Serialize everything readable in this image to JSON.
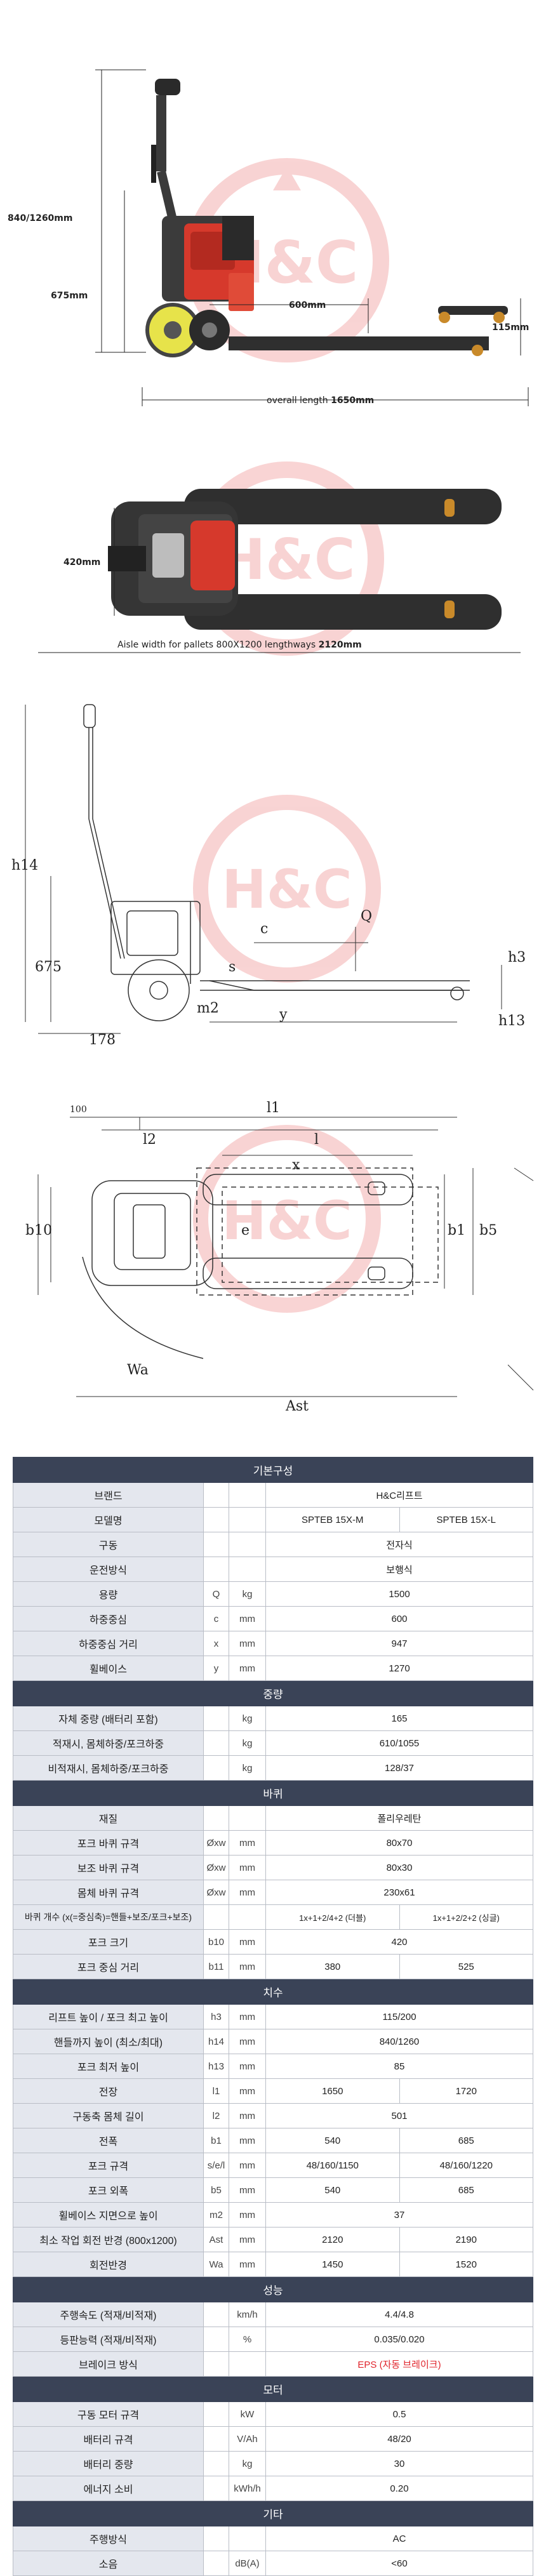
{
  "drawing1": {
    "height_label": "840/1260mm",
    "handle_height_label": "675mm",
    "load_center_label": "600mm",
    "fork_height_label": "115mm",
    "overall_length_prefix": "overall length",
    "overall_length_value": "1650mm"
  },
  "drawing2": {
    "width_label": "420mm",
    "aisle_prefix": "Aisle width for pallets 800X1200 lengthways",
    "aisle_value": "2120mm"
  },
  "watermark": {
    "text": "H&C"
  },
  "side_view": {
    "labels": [
      "h14",
      "675",
      "c",
      "Q",
      "s",
      "h3",
      "m2",
      "y",
      "h13",
      "178"
    ]
  },
  "top_view": {
    "labels": [
      "100",
      "l2",
      "l1",
      "l",
      "x",
      "e",
      "b1",
      "b10",
      "b5",
      "Wa",
      "Ast"
    ]
  },
  "spec": {
    "sections": {
      "basic": "기본구성",
      "weight": "중량",
      "wheels": "바퀴",
      "dims": "치수",
      "performance": "성능",
      "motor": "모터",
      "other": "기타"
    },
    "rows": {
      "brand": {
        "label": "브랜드",
        "value": "H&C리프트"
      },
      "model": {
        "label": "모델명",
        "value_m": "SPTEB 15X-M",
        "value_l": "SPTEB 15X-L"
      },
      "drive": {
        "label": "구동",
        "value": "전자식"
      },
      "operation": {
        "label": "운전방식",
        "value": "보행식"
      },
      "capacity": {
        "label": "용량",
        "sym": "Q",
        "unit": "kg",
        "value": "1500"
      },
      "load_center": {
        "label": "하중중심",
        "sym": "c",
        "unit": "mm",
        "value": "600"
      },
      "load_center_dist": {
        "label": "하중중심 거리",
        "sym": "x",
        "unit": "mm",
        "value": "947"
      },
      "wheelbase": {
        "label": "휠베이스",
        "sym": "y",
        "unit": "mm",
        "value": "1270"
      },
      "self_weight": {
        "label": "자체 중량 (배터리 포함)",
        "unit": "kg",
        "value": "165"
      },
      "axle_loaded": {
        "label": "적재시, 몸체하중/포크하중",
        "unit": "kg",
        "value": "610/1055"
      },
      "axle_unloaded": {
        "label": "비적재시, 몸체하중/포크하중",
        "unit": "kg",
        "value": "128/37"
      },
      "wheel_material": {
        "label": "재질",
        "value": "폴리우레탄"
      },
      "fork_wheel": {
        "label": "포크 바퀴 규격",
        "sym": "Øxw",
        "unit": "mm",
        "value": "80x70"
      },
      "aux_wheel": {
        "label": "보조 바퀴 규격",
        "sym": "Øxw",
        "unit": "mm",
        "value": "80x30"
      },
      "body_wheel": {
        "label": "몸체 바퀴 규격",
        "sym": "Øxw",
        "unit": "mm",
        "value": "230x61"
      },
      "wheel_count": {
        "label": "바퀴 개수 (x(=중심축)=핸들+보조/포크+보조)",
        "value_m": "1x+1+2/4+2 (더블)",
        "value_l": "1x+1+2/2+2 (싱글)"
      },
      "fork_size": {
        "label": "포크 크기",
        "sym": "b10",
        "unit": "mm",
        "value": "420"
      },
      "fork_center": {
        "label": "포크 중심 거리",
        "sym": "b11",
        "unit": "mm",
        "value_m": "380",
        "value_l": "525"
      },
      "lift_height": {
        "label": "리프트 높이 / 포크 최고 높이",
        "sym": "h3",
        "unit": "mm",
        "value": "115/200"
      },
      "handle_height": {
        "label": "핸들까지 높이 (최소/최대)",
        "sym": "h14",
        "unit": "mm",
        "value": "840/1260"
      },
      "fork_min_height": {
        "label": "포크 최저 높이",
        "sym": "h13",
        "unit": "mm",
        "value": "85"
      },
      "overall_length": {
        "label": "전장",
        "sym": "l1",
        "unit": "mm",
        "value_m": "1650",
        "value_l": "1720"
      },
      "drive_length": {
        "label": "구동축 몸체 길이",
        "sym": "l2",
        "unit": "mm",
        "value": "501"
      },
      "overall_width": {
        "label": "전폭",
        "sym": "b1",
        "unit": "mm",
        "value_m": "540",
        "value_l": "685"
      },
      "fork_spec": {
        "label": "포크 규격",
        "sym": "s/e/l",
        "unit": "mm",
        "value_m": "48/160/1150",
        "value_l": "48/160/1220"
      },
      "fork_outer": {
        "label": "포크 외폭",
        "sym": "b5",
        "unit": "mm",
        "value_m": "540",
        "value_l": "685"
      },
      "ground_clearance": {
        "label": "휠베이스 지면으로 높이",
        "sym": "m2",
        "unit": "mm",
        "value": "37"
      },
      "aisle_width": {
        "label": "최소 작업 회전 반경 (800x1200)",
        "sym": "Ast",
        "unit": "mm",
        "value_m": "2120",
        "value_l": "2190"
      },
      "turning_radius": {
        "label": "회전반경",
        "sym": "Wa",
        "unit": "mm",
        "value_m": "1450",
        "value_l": "1520"
      },
      "speed": {
        "label": "주행속도 (적재/비적재)",
        "unit": "km/h",
        "value": "4.4/4.8"
      },
      "gradeability": {
        "label": "등판능력 (적재/비적재)",
        "unit": "%",
        "value": "0.035/0.020"
      },
      "brake": {
        "label": "브레이크 방식",
        "value": "EPS (자동 브레이크)"
      },
      "drive_motor": {
        "label": "구동 모터 규격",
        "unit": "kW",
        "value": "0.5"
      },
      "battery_spec": {
        "label": "배터리 규격",
        "unit": "V/Ah",
        "value": "48/20"
      },
      "battery_weight": {
        "label": "배터리 중량",
        "unit": "kg",
        "value": "30"
      },
      "energy": {
        "label": "에너지 소비",
        "unit": "kWh/h",
        "value": "0.20"
      },
      "drive_mode": {
        "label": "주행방식",
        "value": "AC"
      },
      "noise": {
        "label": "소음",
        "unit": "dB(A)",
        "value": "<60"
      }
    }
  }
}
